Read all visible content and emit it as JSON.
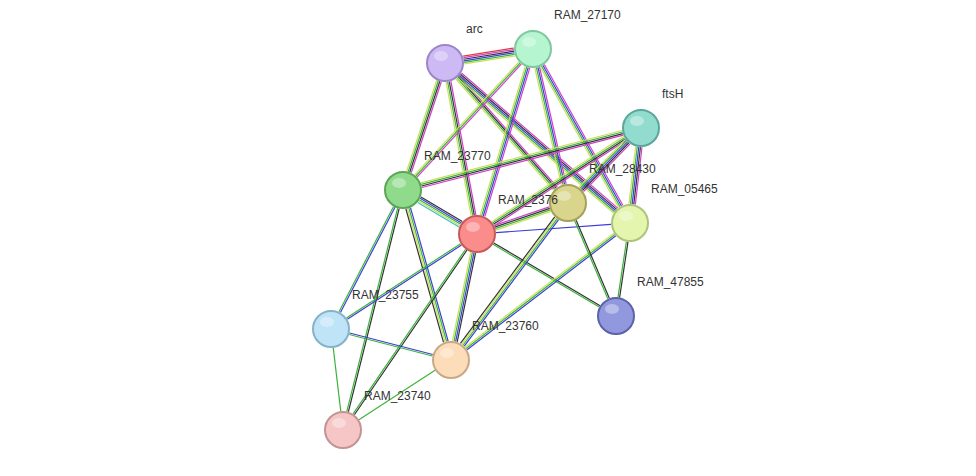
{
  "diagram": {
    "nodes": [
      {
        "text": [
          "RAM_27170"
        ]
      },
      {
        "text": [
          "arc"
        ]
      },
      {
        "text": [
          "ftsH"
        ]
      },
      {
        "text": [
          "RAM_23770"
        ]
      },
      {
        "text": [
          "RAM_28430"
        ]
      },
      {
        "text": [
          "RAM_05465"
        ]
      },
      {
        "text": [
          "RAM_2376"
        ]
      },
      {
        "text": [
          "RAM_47855"
        ]
      },
      {
        "text": [
          "RAM_23755"
        ]
      },
      {
        "text": [
          "RAM_23760"
        ]
      },
      {
        "text": [
          "RAM_23740"
        ]
      }
    ],
    "edges": [
      {
        "from": 1,
        "to": 0,
        "arrow": "none"
      },
      {
        "from": 1,
        "to": 3,
        "arrow": "none"
      },
      {
        "from": 1,
        "to": 6,
        "arrow": "none"
      },
      {
        "from": 1,
        "to": 4,
        "arrow": "none"
      },
      {
        "from": 1,
        "to": 5,
        "arrow": "none"
      },
      {
        "from": 0,
        "to": 3,
        "arrow": "none"
      },
      {
        "from": 0,
        "to": 6,
        "arrow": "none"
      },
      {
        "from": 0,
        "to": 4,
        "arrow": "none"
      },
      {
        "from": 0,
        "to": 5,
        "arrow": "none"
      },
      {
        "from": 2,
        "to": 3,
        "arrow": "none"
      },
      {
        "from": 2,
        "to": 6,
        "arrow": "none"
      },
      {
        "from": 2,
        "to": 4,
        "arrow": "none"
      },
      {
        "from": 2,
        "to": 5,
        "arrow": "none"
      },
      {
        "from": 3,
        "to": 6,
        "arrow": "none"
      },
      {
        "from": 3,
        "to": 8,
        "arrow": "none"
      },
      {
        "from": 3,
        "to": 9,
        "arrow": "none"
      },
      {
        "from": 3,
        "to": 10,
        "arrow": "none"
      },
      {
        "from": 6,
        "to": 4,
        "arrow": "none"
      },
      {
        "from": 6,
        "to": 5,
        "arrow": "none"
      },
      {
        "from": 6,
        "to": 7,
        "arrow": "none"
      },
      {
        "from": 6,
        "to": 8,
        "arrow": "none"
      },
      {
        "from": 6,
        "to": 9,
        "arrow": "none"
      },
      {
        "from": 6,
        "to": 10,
        "arrow": "none"
      },
      {
        "from": 4,
        "to": 9,
        "arrow": "none"
      },
      {
        "from": 5,
        "to": 9,
        "arrow": "none"
      },
      {
        "from": 4,
        "to": 7,
        "arrow": "none"
      },
      {
        "from": 5,
        "to": 7,
        "arrow": "none"
      },
      {
        "from": 8,
        "to": 9,
        "arrow": "none"
      },
      {
        "from": 8,
        "to": 10,
        "arrow": "none"
      },
      {
        "from": 9,
        "to": 10,
        "arrow": "none"
      }
    ]
  }
}
